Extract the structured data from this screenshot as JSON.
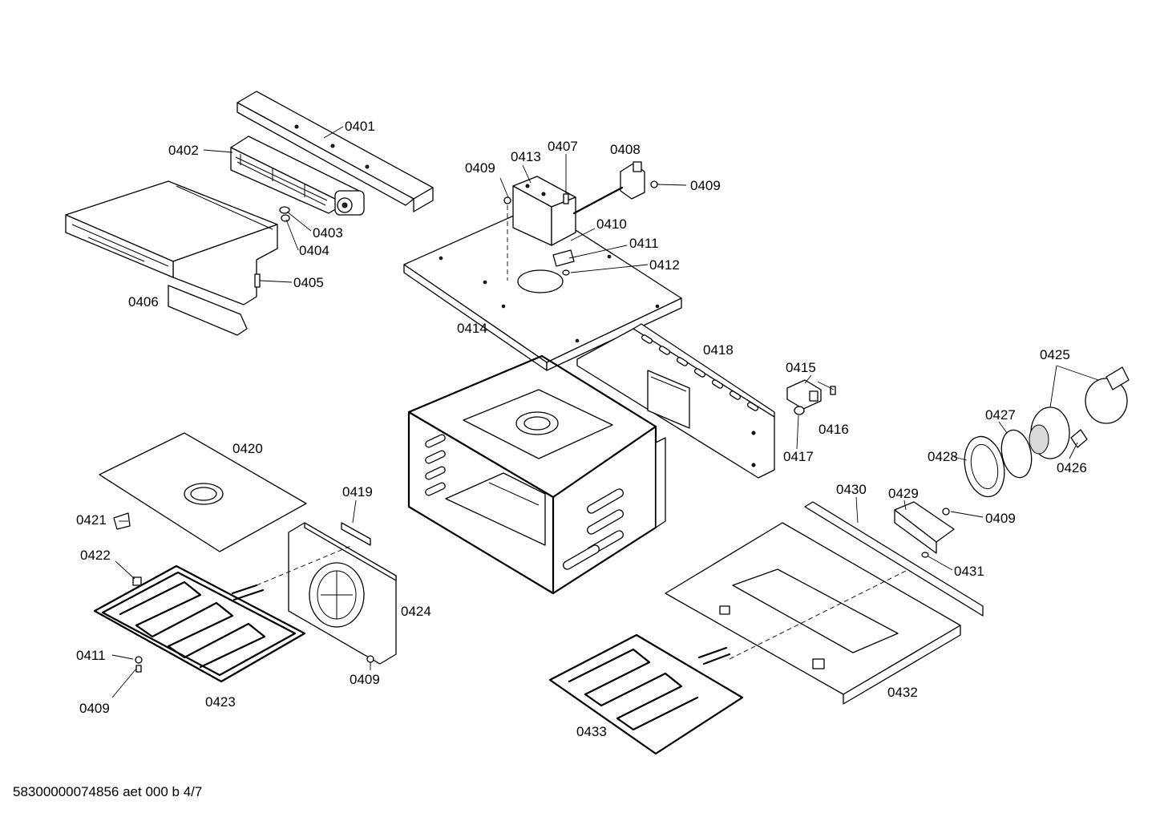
{
  "diagram": {
    "labels": {
      "p0401": "0401",
      "p0402": "0402",
      "p0403": "0403",
      "p0404": "0404",
      "p0405": "0405",
      "p0406": "0406",
      "p0407": "0407",
      "p0408": "0408",
      "p0409a": "0409",
      "p0409b": "0409",
      "p0409c": "0409",
      "p0409d": "0409",
      "p0409e": "0409",
      "p0410": "0410",
      "p0411a": "0411",
      "p0411b": "0411",
      "p0412": "0412",
      "p0413": "0413",
      "p0414": "0414",
      "p0415": "0415",
      "p0416": "0416",
      "p0417": "0417",
      "p0418": "0418",
      "p0419": "0419",
      "p0420": "0420",
      "p0421": "0421",
      "p0422": "0422",
      "p0423": "0423",
      "p0424": "0424",
      "p0425": "0425",
      "p0426": "0426",
      "p0427": "0427",
      "p0428": "0428",
      "p0429": "0429",
      "p0430": "0430",
      "p0431": "0431",
      "p0432": "0432",
      "p0433": "0433"
    },
    "footer": "58300000074856 aet 000 b 4/7"
  }
}
